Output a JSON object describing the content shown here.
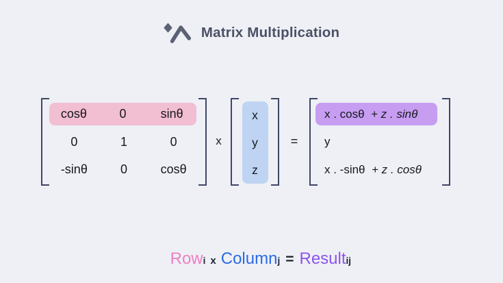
{
  "header": {
    "title": "Matrix Multiplication",
    "icon": "double-chevron-logo"
  },
  "equation": {
    "matrix_a": {
      "rows": [
        {
          "cells": [
            "cosθ",
            "0",
            "sinθ"
          ],
          "highlight": "pink"
        },
        {
          "cells": [
            "0",
            "1",
            "0"
          ],
          "highlight": "none"
        },
        {
          "cells": [
            "-sinθ",
            "0",
            "cosθ"
          ],
          "highlight": "none"
        }
      ]
    },
    "multiply_operator": "x",
    "vector": {
      "cells": [
        "x",
        "y",
        "z"
      ],
      "highlight": "blue"
    },
    "equals_operator": "=",
    "result": {
      "rows": [
        {
          "plain": "x . cosθ ",
          "italic": " + z . sinθ",
          "highlight": "purple"
        },
        {
          "plain": "y",
          "italic": "",
          "highlight": "none"
        },
        {
          "plain": "x . -sinθ ",
          "italic": " + z . cosθ",
          "highlight": "none"
        }
      ]
    }
  },
  "legend": {
    "row_label": "Row",
    "row_subscript": "i",
    "times": "x",
    "column_label": "Column",
    "column_subscript": "j",
    "equals": "=",
    "result_label": "Result",
    "result_subscript": "ij"
  },
  "colors": {
    "bg": "#eef0f5",
    "bracket": "#3f4664",
    "ink": "#16181d",
    "title": "#4b5166",
    "logo": "#5b6274",
    "pink-bg": "#f2bed2",
    "blue-bg": "#bed4f2",
    "purple-bg": "#c79df2",
    "pink-tx": "#ee7fc3",
    "blue-tx": "#2b6ae6",
    "purple-tx": "#8d54ee",
    "legend-dark": "#20242e"
  }
}
